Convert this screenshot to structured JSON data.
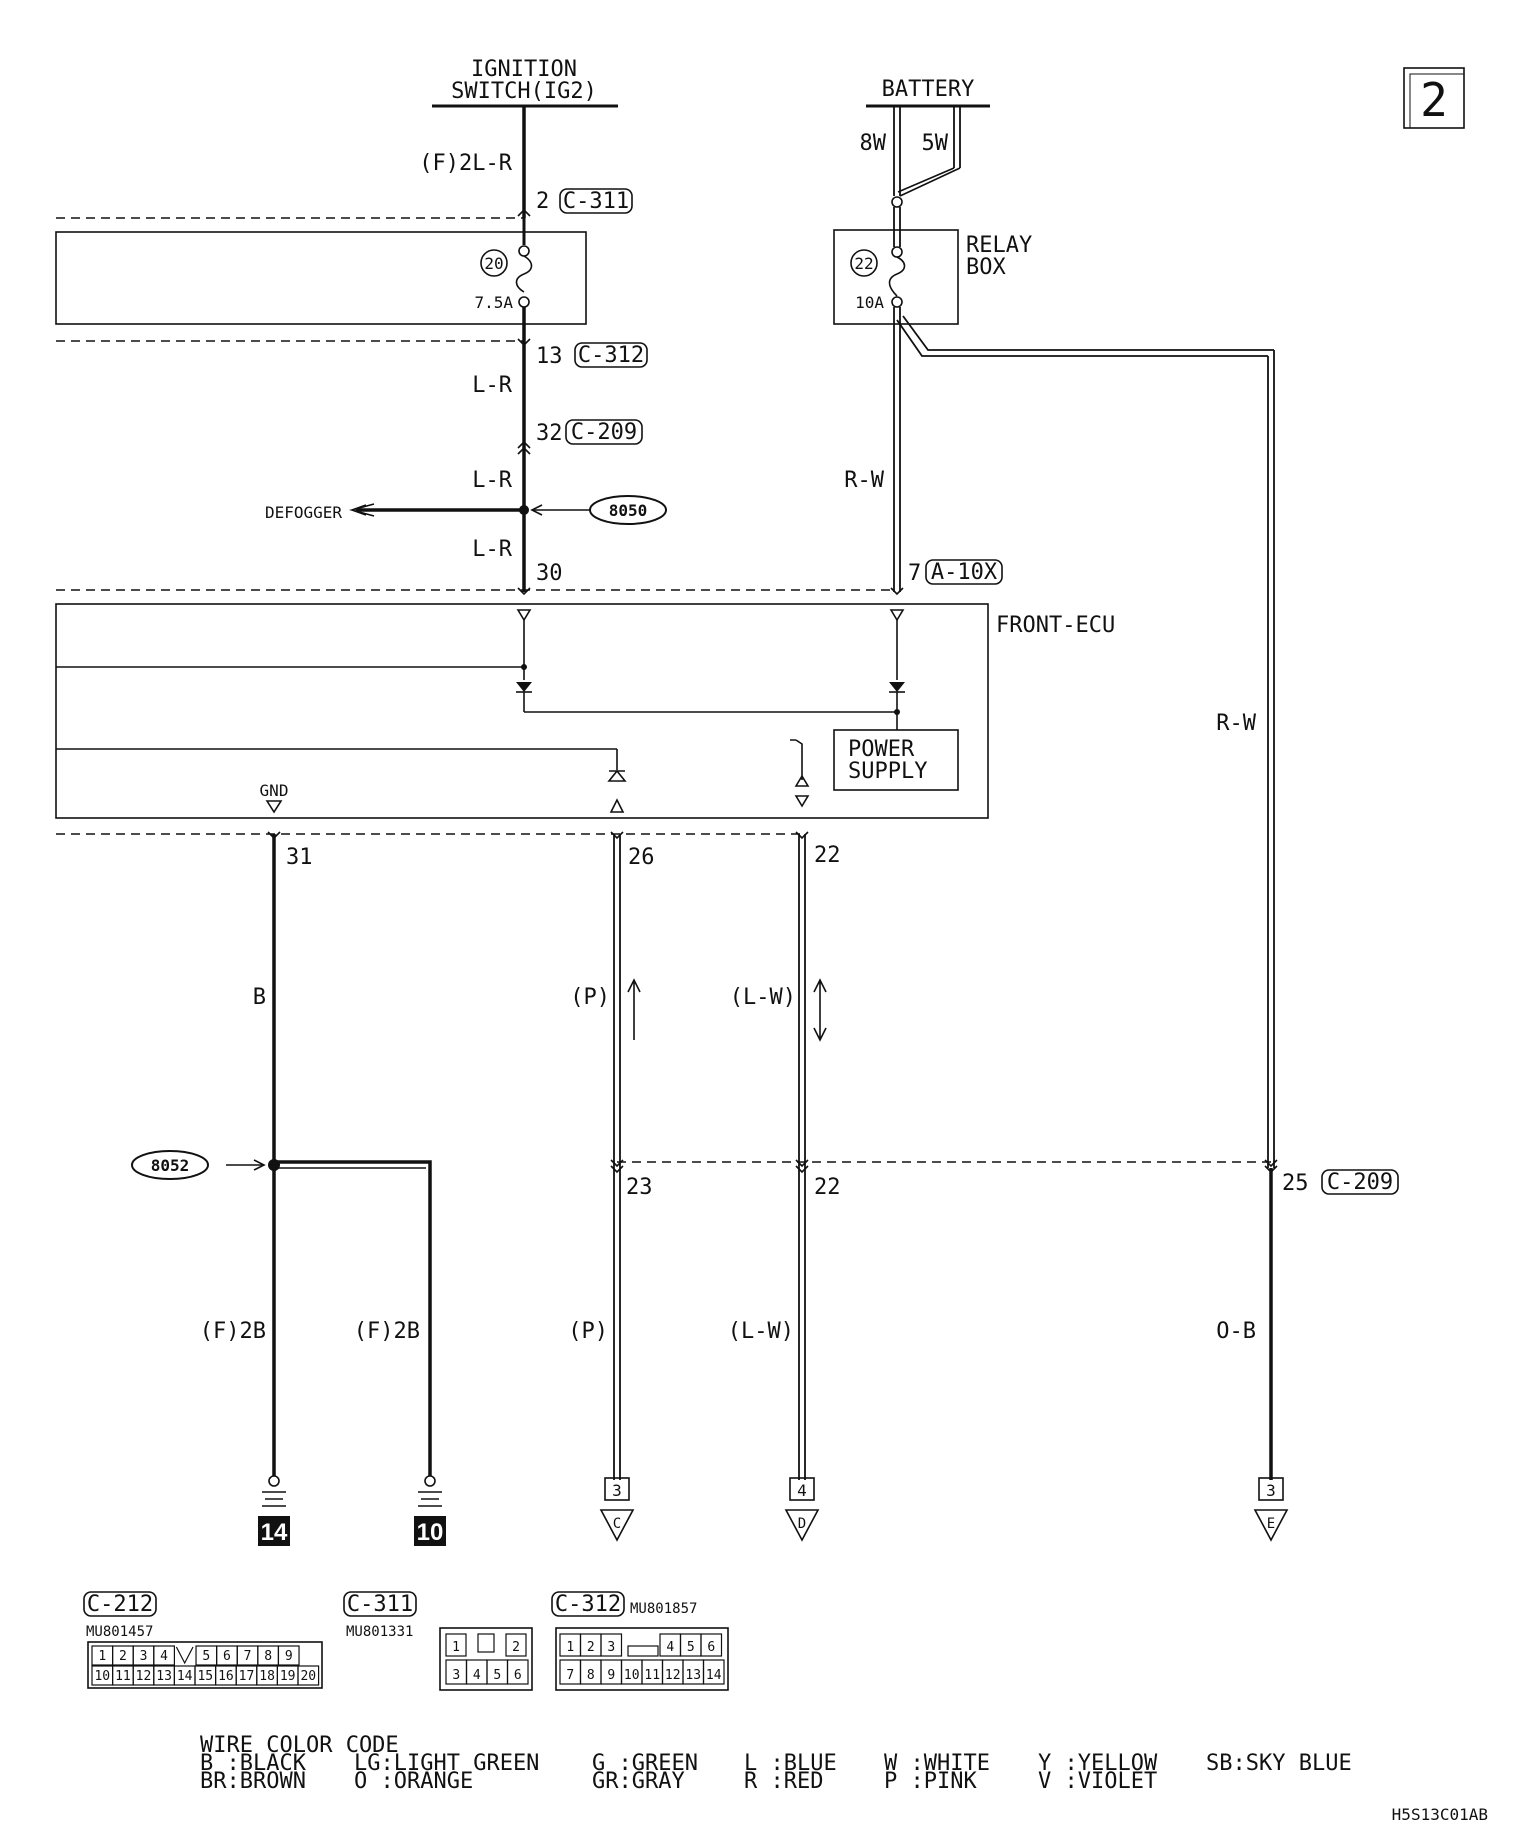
{
  "page_tag": "2",
  "sources": {
    "ignition": [
      "IGNITION",
      "SWITCH(IG2)"
    ],
    "battery": "BATTERY",
    "battery_wires": [
      "8W",
      "5W"
    ]
  },
  "relay_box": {
    "label": [
      "RELAY",
      "BOX"
    ],
    "fuse_no": "22",
    "fuse_rating": "10A"
  },
  "fuse20": {
    "no": "20",
    "rating": "7.5A"
  },
  "wires": {
    "ign_top": "(F)2L-R",
    "lr1": "L-R",
    "lr2": "L-R",
    "lr3": "L-R",
    "rw1": "R-W",
    "rw2": "R-W",
    "b": "B",
    "p1": "(P)",
    "lw1": "(L-W)",
    "f2b1": "(F)2B",
    "f2b2": "(F)2B",
    "p2": "(P)",
    "lw2": "(L-W)",
    "ob": "O-B"
  },
  "pins": {
    "p2": "2",
    "p13": "13",
    "p32": "32",
    "p30": "30",
    "p7": "7",
    "p31": "31",
    "p26": "26",
    "p22a": "22",
    "p23": "23",
    "p22b": "22",
    "p25": "25"
  },
  "connectors": {
    "c311": "C-311",
    "c312": "C-312",
    "c209a": "C-209",
    "a10x": "A-10X",
    "c209b": "C-209"
  },
  "splices": {
    "s050": "8050",
    "s052": "8052"
  },
  "defogger": "DEFOGGER",
  "front_ecu": "FRONT-ECU",
  "gnd": "GND",
  "power_supply": [
    "POWER",
    "SUPPLY"
  ],
  "grounds": [
    "14",
    "10"
  ],
  "terminals": [
    {
      "num": "3",
      "letter": "C"
    },
    {
      "num": "4",
      "letter": "D"
    },
    {
      "num": "3",
      "letter": "E"
    }
  ],
  "connector_views": {
    "c212": {
      "name": "C-212",
      "part": "MU801457",
      "top": [
        "1",
        "2",
        "3",
        "4",
        "",
        "5",
        "6",
        "7",
        "8",
        "9"
      ],
      "bottom": [
        "10",
        "11",
        "12",
        "13",
        "14",
        "15",
        "16",
        "17",
        "18",
        "19",
        "20"
      ]
    },
    "c311": {
      "name": "C-311",
      "part": "MU801331",
      "top": [
        "1",
        "2"
      ],
      "bottom": [
        "3",
        "4",
        "5",
        "6"
      ]
    },
    "c312": {
      "name": "C-312",
      "part": "MU801857",
      "top": [
        "1",
        "2",
        "3",
        "4",
        "5",
        "6"
      ],
      "bottom": [
        "7",
        "8",
        "9",
        "10",
        "11",
        "12",
        "13",
        "14"
      ]
    }
  },
  "wire_color_code": {
    "title": "WIRE COLOR CODE",
    "col1": [
      "B :BLACK",
      "BR:BROWN"
    ],
    "col2": [
      "LG:LIGHT GREEN",
      "O :ORANGE"
    ],
    "col3": [
      "G :GREEN",
      "GR:GRAY"
    ],
    "col4": [
      "L :BLUE",
      "R :RED"
    ],
    "col5": [
      "W :WHITE",
      "P :PINK"
    ],
    "col6": [
      "Y :YELLOW",
      "V :VIOLET"
    ],
    "col7": [
      "SB:SKY BLUE"
    ]
  },
  "figure_code": "H5S13C01AB"
}
